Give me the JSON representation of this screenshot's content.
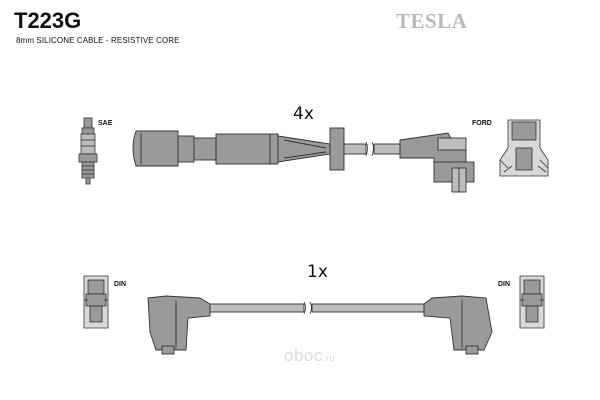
{
  "header": {
    "part_number": "T223G",
    "description": "8mm SILICONE CABLE - RESISTIVE CORE",
    "brand": "TESLA"
  },
  "harnesses": [
    {
      "quantity": "4x",
      "left_terminal": "SAE",
      "right_terminal": "FORD"
    },
    {
      "quantity": "1x",
      "left_terminal": "DIN",
      "right_terminal": "DIN"
    }
  ],
  "watermark": {
    "main": "oboc",
    "suffix": ".ru"
  },
  "colors": {
    "part_fill": "#9a9a9a",
    "part_stroke": "#333333",
    "brand": "#b9b9b9",
    "watermark": "#dadada"
  }
}
